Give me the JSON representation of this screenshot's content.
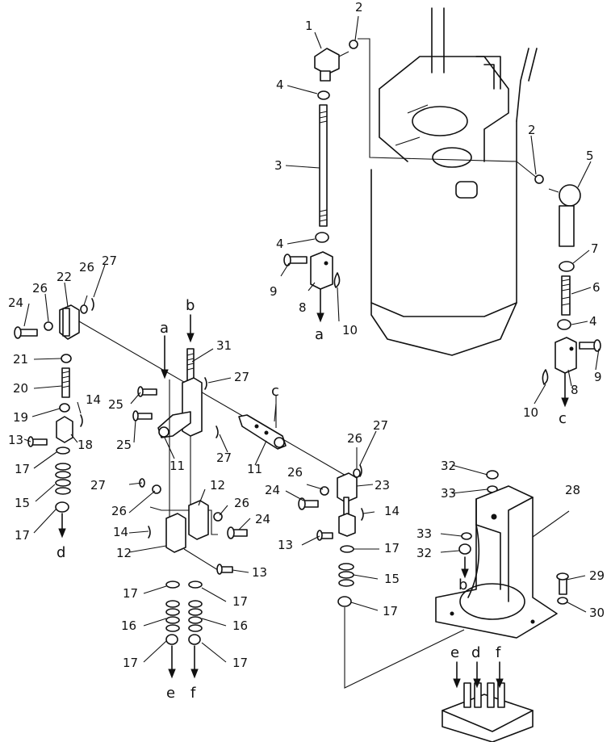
{
  "callouts": [
    {
      "id": "c1",
      "text": "1"
    },
    {
      "id": "c2a",
      "text": "2"
    },
    {
      "id": "c2b",
      "text": "2"
    },
    {
      "id": "c3",
      "text": "3"
    },
    {
      "id": "c4a",
      "text": "4"
    },
    {
      "id": "c4b",
      "text": "4"
    },
    {
      "id": "c4c",
      "text": "4"
    },
    {
      "id": "c5",
      "text": "5"
    },
    {
      "id": "c6",
      "text": "6"
    },
    {
      "id": "c7",
      "text": "7"
    },
    {
      "id": "c8a",
      "text": "8"
    },
    {
      "id": "c8b",
      "text": "8"
    },
    {
      "id": "c9a",
      "text": "9"
    },
    {
      "id": "c9b",
      "text": "9"
    },
    {
      "id": "c10a",
      "text": "10"
    },
    {
      "id": "c10b",
      "text": "10"
    },
    {
      "id": "c11a",
      "text": "11"
    },
    {
      "id": "c11b",
      "text": "11"
    },
    {
      "id": "c12a",
      "text": "12"
    },
    {
      "id": "c12b",
      "text": "12"
    },
    {
      "id": "c13a",
      "text": "13"
    },
    {
      "id": "c13b",
      "text": "13"
    },
    {
      "id": "c13c",
      "text": "13"
    },
    {
      "id": "c14a",
      "text": "14"
    },
    {
      "id": "c14b",
      "text": "14"
    },
    {
      "id": "c14c",
      "text": "14"
    },
    {
      "id": "c15a",
      "text": "15"
    },
    {
      "id": "c15b",
      "text": "15"
    },
    {
      "id": "c16a",
      "text": "16"
    },
    {
      "id": "c16b",
      "text": "16"
    },
    {
      "id": "c17a",
      "text": "17"
    },
    {
      "id": "c17b",
      "text": "17"
    },
    {
      "id": "c17c",
      "text": "17"
    },
    {
      "id": "c17d",
      "text": "17"
    },
    {
      "id": "c17e",
      "text": "17"
    },
    {
      "id": "c17f",
      "text": "17"
    },
    {
      "id": "c17g",
      "text": "17"
    },
    {
      "id": "c17h",
      "text": "17"
    },
    {
      "id": "c18",
      "text": "18"
    },
    {
      "id": "c19",
      "text": "19"
    },
    {
      "id": "c20",
      "text": "20"
    },
    {
      "id": "c21",
      "text": "21"
    },
    {
      "id": "c22",
      "text": "22"
    },
    {
      "id": "c23",
      "text": "23"
    },
    {
      "id": "c24a",
      "text": "24"
    },
    {
      "id": "c24b",
      "text": "24"
    },
    {
      "id": "c24c",
      "text": "24"
    },
    {
      "id": "c25a",
      "text": "25"
    },
    {
      "id": "c25b",
      "text": "25"
    },
    {
      "id": "c26a",
      "text": "26"
    },
    {
      "id": "c26b",
      "text": "26"
    },
    {
      "id": "c26c",
      "text": "26"
    },
    {
      "id": "c26d",
      "text": "26"
    },
    {
      "id": "c26e",
      "text": "26"
    },
    {
      "id": "c26f",
      "text": "26"
    },
    {
      "id": "c27a",
      "text": "27"
    },
    {
      "id": "c27b",
      "text": "27"
    },
    {
      "id": "c27c",
      "text": "27"
    },
    {
      "id": "c27d",
      "text": "27"
    },
    {
      "id": "c27e",
      "text": "27"
    },
    {
      "id": "c28",
      "text": "28"
    },
    {
      "id": "c29",
      "text": "29"
    },
    {
      "id": "c30",
      "text": "30"
    },
    {
      "id": "c31",
      "text": "31"
    },
    {
      "id": "c32a",
      "text": "32"
    },
    {
      "id": "c32b",
      "text": "32"
    },
    {
      "id": "c33a",
      "text": "33"
    },
    {
      "id": "c33b",
      "text": "33"
    }
  ],
  "connection_letters": [
    {
      "id": "a1",
      "text": "a"
    },
    {
      "id": "a2",
      "text": "a"
    },
    {
      "id": "b1",
      "text": "b"
    },
    {
      "id": "b2",
      "text": "b"
    },
    {
      "id": "cc1",
      "text": "c"
    },
    {
      "id": "cc2",
      "text": "c"
    },
    {
      "id": "d1",
      "text": "d"
    },
    {
      "id": "d2",
      "text": "d"
    },
    {
      "id": "e1",
      "text": "e"
    },
    {
      "id": "e2",
      "text": "e"
    },
    {
      "id": "f1",
      "text": "f"
    },
    {
      "id": "f2",
      "text": "f"
    }
  ]
}
